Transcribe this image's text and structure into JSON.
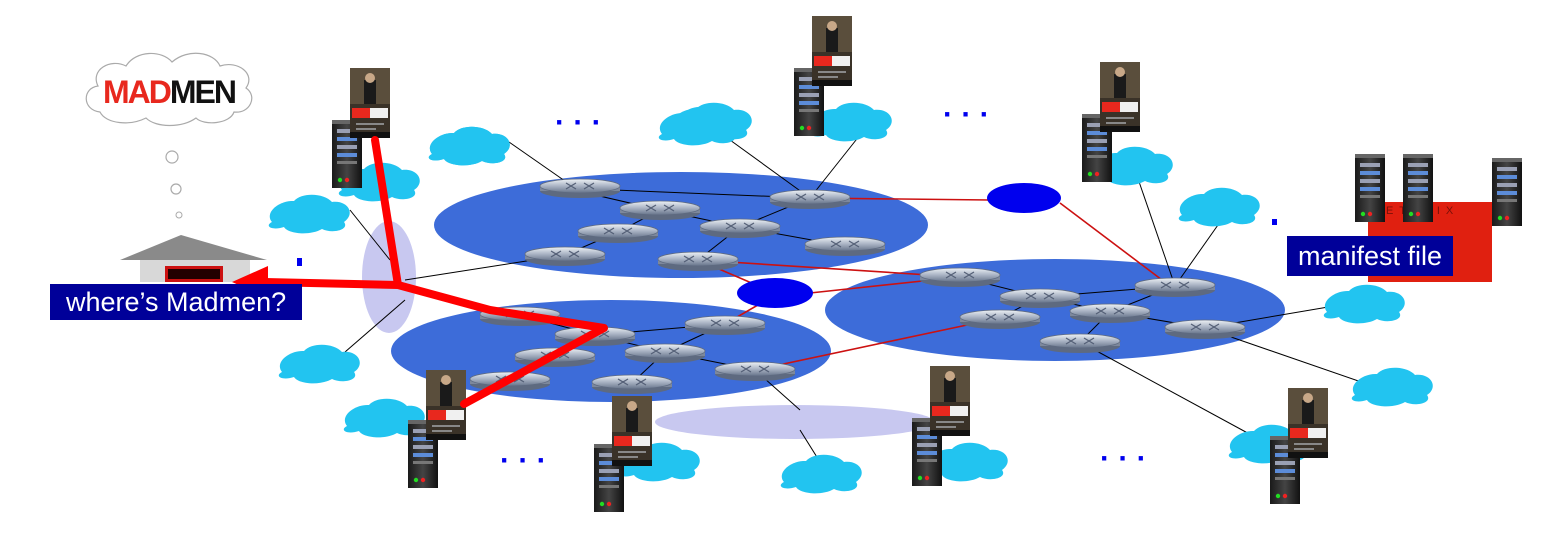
{
  "title": "",
  "logo": {
    "part1": "MAD",
    "part2": "MEN",
    "color1": "#e8281e",
    "color2": "#111111"
  },
  "netflix_logo": "NETFLIX",
  "labels": {
    "where": "where’s Madmen?",
    "manifest": "manifest file"
  },
  "ellipsis": "· · ·",
  "colors": {
    "network": "#3d6cd9",
    "light_ellipse": "#c8c8f0",
    "cloud": "#22c4f0",
    "node": "#0000ee",
    "link_red": "#cc1111",
    "arrow": "#ff0000",
    "label_bg": "#000099",
    "netflix_red": "#e02010"
  },
  "icons": [
    "server-icon",
    "router-icon",
    "cloud-icon",
    "house-icon",
    "thought-bubble-icon",
    "video-poster-icon"
  ]
}
